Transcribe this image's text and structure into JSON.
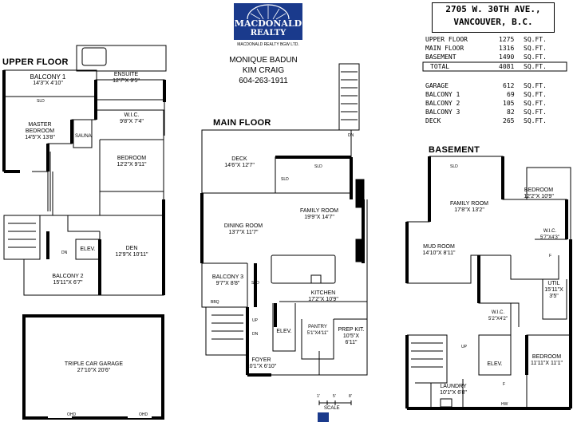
{
  "brand": {
    "logo_line1": "MACDONALD",
    "logo_line2": "REALTY",
    "tagline": "MACDONALD REALTY BGW LTD."
  },
  "agents": {
    "name1": "MONIQUE BADUN",
    "name2": "KIM CRAIG",
    "phone": "604-263-1911"
  },
  "address": {
    "street": "2705 W. 30TH AVE.,",
    "city": "VANCOUVER, B.C."
  },
  "areas": {
    "rows": [
      {
        "label": "UPPER FLOOR",
        "value": "1275",
        "unit": "SQ.FT."
      },
      {
        "label": "MAIN FLOOR",
        "value": "1316",
        "unit": "SQ.FT."
      },
      {
        "label": "BASEMENT",
        "value": "1490",
        "unit": "SQ.FT."
      },
      {
        "label": "TOTAL",
        "value": "4081",
        "unit": "SQ.FT."
      },
      {
        "label": "GARAGE",
        "value": "612",
        "unit": "SQ.FT."
      },
      {
        "label": "BALCONY 1",
        "value": "69",
        "unit": "SQ.FT."
      },
      {
        "label": "BALCONY 2",
        "value": "105",
        "unit": "SQ.FT."
      },
      {
        "label": "BALCONY 3",
        "value": "82",
        "unit": "SQ.FT."
      },
      {
        "label": "DECK",
        "value": "265",
        "unit": "SQ.FT."
      }
    ]
  },
  "floors": {
    "upper": "UPPER FLOOR",
    "main": "MAIN FLOOR",
    "basement": "BASEMENT"
  },
  "rooms": {
    "balcony1": {
      "name": "BALCONY 1",
      "dims": "14'3\"X 4'10\""
    },
    "ensuite": {
      "name": "ENSUITE",
      "dims": "12'7\"X 9'5\""
    },
    "master": {
      "name": "MASTER",
      "name2": "BEDROOM",
      "dims": "14'5\"X 13'8\""
    },
    "wic_up": {
      "name": "W.I.C.",
      "dims": "9'8\"X 7'4\""
    },
    "sauna": {
      "name": "SAUNA"
    },
    "bedroom_up": {
      "name": "BEDROOM",
      "dims": "12'2\"X 9'11\""
    },
    "elev_up": {
      "name": "ELEV."
    },
    "den": {
      "name": "DEN",
      "dims": "12'9\"X 10'11\""
    },
    "balcony2": {
      "name": "BALCONY 2",
      "dims": "15'11\"X 6'7\""
    },
    "garage": {
      "name": "TRIPLE CAR GARAGE",
      "dims": "27'10\"X 20'6\""
    },
    "deck": {
      "name": "DECK",
      "dims": "14'6\"X 12'7\""
    },
    "dining": {
      "name": "DINING ROOM",
      "dims": "13'7\"X 11'7\""
    },
    "family_main": {
      "name": "FAMILY ROOM",
      "dims": "19'9\"X 14'7\""
    },
    "balcony3": {
      "name": "BALCONY 3",
      "dims": "9'7\"X 8'8\""
    },
    "kitchen": {
      "name": "KITCHEN",
      "dims": "17'2\"X 10'9\""
    },
    "pantry": {
      "name": "PANTRY",
      "dims": "5'1\"X4'11\""
    },
    "prepkit": {
      "name": "PREP KIT.",
      "dims": "10'5\"X",
      "dims2": "6'11\""
    },
    "elev_main": {
      "name": "ELEV."
    },
    "foyer": {
      "name": "FOYER",
      "dims": "10'1\"X 6'10\""
    },
    "family_base": {
      "name": "FAMILY ROOM",
      "dims": "17'8\"X 13'2\""
    },
    "bedroom_base1": {
      "name": "BEDROOM",
      "dims": "12'2\"X 10'9\""
    },
    "mudroom": {
      "name": "MUD ROOM",
      "dims": "14'10\"X 8'11\""
    },
    "wic_base1": {
      "name": "W.I.C.",
      "dims": "5'7\"X4'3\""
    },
    "util": {
      "name": "UTIL",
      "dims": "15'11\"X",
      "dims2": "3'5\""
    },
    "wic_base2": {
      "name": "W.I.C.",
      "dims": "5'2\"X4'2\""
    },
    "bedroom_base2": {
      "name": "BEDROOM",
      "dims": "11'11\"X 11'1\""
    },
    "elev_base": {
      "name": "ELEV."
    },
    "laundry": {
      "name": "LAUNDRY",
      "dims": "10'1\"X 6'8\""
    }
  },
  "marks": {
    "sld": "SLD",
    "dn": "DN",
    "up": "UP",
    "bbq": "BBQ",
    "ohd": "OHD",
    "hw": "HW",
    "f": "F"
  },
  "scale": {
    "label": "SCALE",
    "tick1": "1'",
    "tick2": "5'",
    "tick3": "8'"
  }
}
